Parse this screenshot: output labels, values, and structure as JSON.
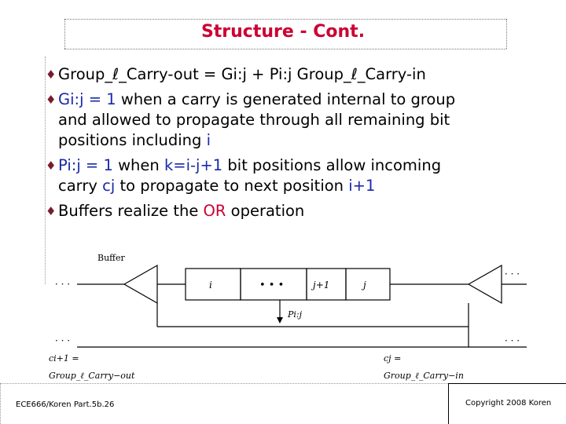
{
  "slide": {
    "title": "Structure - Cont.",
    "bullets": [
      {
        "parts": [
          {
            "text": "Group_ℓ_Carry-out = Gi:j + Pi:j Group_ℓ_Carry-in",
            "style": "plain"
          }
        ]
      },
      {
        "lines": [
          [
            {
              "text": "Gi:j = 1",
              "style": "blue"
            },
            {
              "text": " when a carry is generated internal to group",
              "style": "plain"
            }
          ],
          [
            {
              "text": "and allowed to propagate through all remaining bit",
              "style": "plain"
            }
          ],
          [
            {
              "text": "positions including ",
              "style": "plain"
            },
            {
              "text": "i",
              "style": "blue"
            }
          ]
        ]
      },
      {
        "lines": [
          [
            {
              "text": "Pi:j = 1",
              "style": "blue"
            },
            {
              "text": " when ",
              "style": "plain"
            },
            {
              "text": "k=i-j+1",
              "style": "blue"
            },
            {
              "text": " bit positions allow incoming",
              "style": "plain"
            }
          ],
          [
            {
              "text": "carry ",
              "style": "plain"
            },
            {
              "text": "cj",
              "style": "blue"
            },
            {
              "text": " to propagate to next position ",
              "style": "plain"
            },
            {
              "text": "i+1",
              "style": "blue"
            }
          ]
        ]
      },
      {
        "lines": [
          [
            {
              "text": "Buffers realize the ",
              "style": "plain"
            },
            {
              "text": "OR",
              "style": "red"
            },
            {
              "text": " operation",
              "style": "plain"
            }
          ]
        ]
      }
    ]
  },
  "diagram": {
    "buffer_label": "Buffer",
    "cells": [
      "i",
      "• • •",
      "j+1",
      "j"
    ],
    "pij_label": "Pi:j",
    "dots": "· · ·",
    "ci1_label": "ci+1 =",
    "carry_out_label": "Group_ℓ_Carry−out",
    "cj_label": "cj =",
    "carry_in_label": "Group_ℓ_Carry−in"
  },
  "footer": {
    "left": "ECE666/Koren Part.5b.26",
    "right": "Copyright 2008 Koren"
  }
}
